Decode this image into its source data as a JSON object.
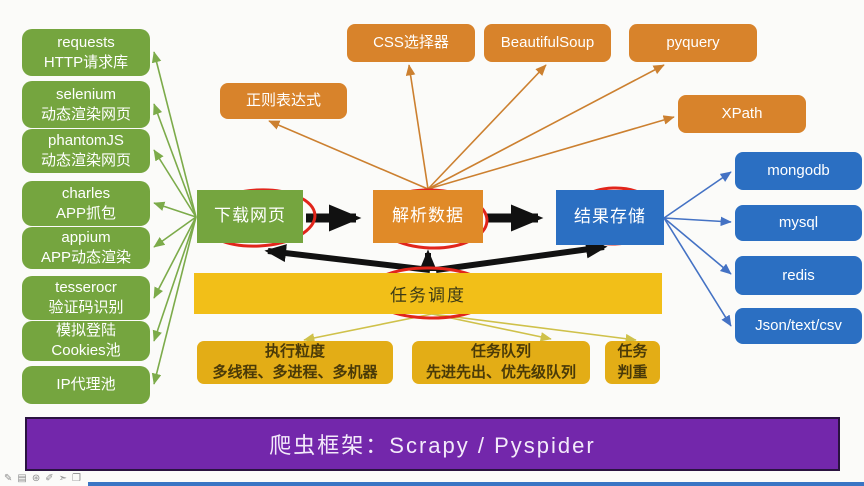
{
  "left_tools": [
    {
      "title": "requests",
      "subtitle": "HTTP请求库"
    },
    {
      "title": "selenium",
      "subtitle": "动态渲染网页"
    },
    {
      "title": "phantomJS",
      "subtitle": "动态渲染网页"
    },
    {
      "title": "charles",
      "subtitle": "APP抓包"
    },
    {
      "title": "appium",
      "subtitle": "APP动态渲染"
    },
    {
      "title": "tesserocr",
      "subtitle": "验证码识别"
    },
    {
      "title": "模拟登陆",
      "subtitle": "Cookies池"
    },
    {
      "title": "IP代理池",
      "subtitle": ""
    }
  ],
  "parsers": [
    {
      "label": "正则表达式"
    },
    {
      "label": "CSS选择器"
    },
    {
      "label": "BeautifulSoup"
    },
    {
      "label": "pyquery"
    },
    {
      "label": "XPath"
    }
  ],
  "pipeline": {
    "download": "下载网页",
    "parse": "解析数据",
    "store": "结果存储"
  },
  "storages": [
    {
      "label": "mongodb"
    },
    {
      "label": "mysql"
    },
    {
      "label": "redis"
    },
    {
      "label": "Json/text/csv"
    }
  ],
  "scheduler": {
    "label": "任务调度"
  },
  "scheduler_details": [
    {
      "title": "执行粒度",
      "subtitle": "多线程、多进程、多机器"
    },
    {
      "title": "任务队列",
      "subtitle": "先进先出、优先级队列"
    },
    {
      "title": "任务",
      "subtitle": "判重"
    }
  ],
  "footer": {
    "label": "爬虫框架：Scrapy / Pyspider"
  },
  "toolbar": {
    "icons": [
      {
        "name": "pencil-icon",
        "glyph": "✎"
      },
      {
        "name": "notes-panel-icon",
        "glyph": "▤"
      },
      {
        "name": "stamp-icon",
        "glyph": "⊛"
      },
      {
        "name": "eraser-icon",
        "glyph": "✐"
      },
      {
        "name": "cursor-icon",
        "glyph": "➣"
      },
      {
        "name": "note-page-icon",
        "glyph": "❐"
      }
    ]
  },
  "colors": {
    "green_box": "#75a53f",
    "orange_box": "#d8832b",
    "blue_box": "#2b6fc2",
    "yellow_bar": "#f2bf18",
    "gold_box": "#e3ad16",
    "purple_bar": "#7327ab",
    "annotation_red": "#e1251b",
    "arrow_black": "#111111",
    "line_green": "#7cab4a",
    "line_orange": "#cc8030",
    "line_blue": "#4472c4",
    "line_olive": "#cfc14a"
  }
}
